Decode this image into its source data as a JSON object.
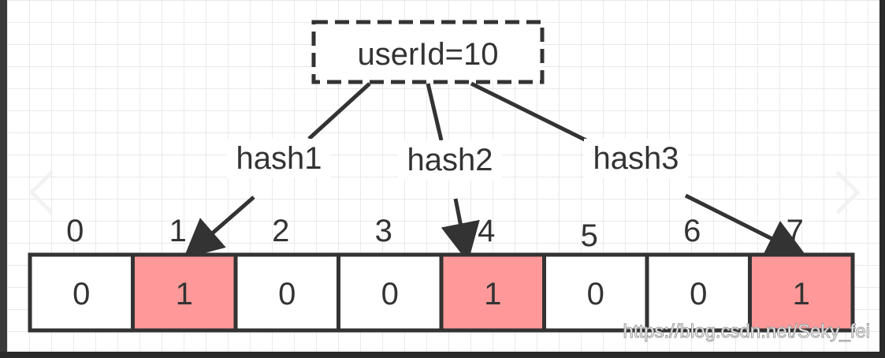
{
  "source_node": {
    "label": "userId=10"
  },
  "hash_functions": [
    {
      "label": "hash1",
      "target_index": 1
    },
    {
      "label": "hash2",
      "target_index": 4
    },
    {
      "label": "hash3",
      "target_index": 7
    }
  ],
  "bit_array": {
    "indices": [
      "0",
      "1",
      "2",
      "3",
      "4",
      "5",
      "6",
      "7"
    ],
    "values": [
      "0",
      "1",
      "0",
      "0",
      "1",
      "0",
      "0",
      "1"
    ]
  },
  "colors": {
    "set_bit": "#ff9999",
    "unset_bit": "#ffffff",
    "stroke": "#333333"
  },
  "watermark": "https://blog.csdn.net/Seky_fei",
  "nav": {
    "prev_icon": "chevron-left-icon",
    "next_icon": "chevron-right-icon"
  }
}
